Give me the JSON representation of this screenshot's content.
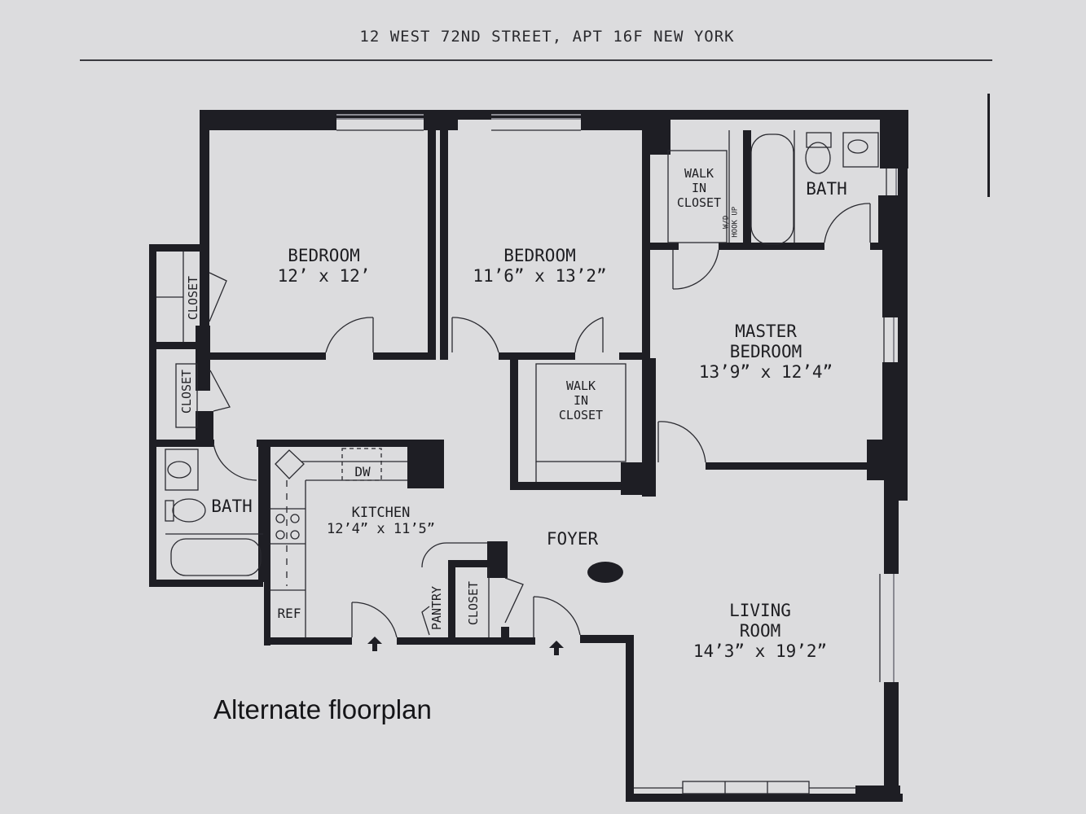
{
  "header": {
    "address": "12 WEST 72ND STREET, APT 16F  NEW YORK"
  },
  "caption": "Alternate floorplan",
  "rooms": {
    "bedroom1": {
      "name": "BEDROOM",
      "size": "12’ x 12’"
    },
    "bedroom2": {
      "name": "BEDROOM",
      "size": "11’6” x 13’2”"
    },
    "master": {
      "name_line1": "MASTER",
      "name_line2": "BEDROOM",
      "size": "13’9” x 12’4”"
    },
    "living": {
      "name_line1": "LIVING",
      "name_line2": "ROOM",
      "size": "14’3” x 19’2”"
    },
    "kitchen": {
      "name": "KITCHEN",
      "size": "12’4” x 11’5”"
    },
    "foyer": {
      "name": "FOYER"
    },
    "bath_master": {
      "name": "BATH"
    },
    "bath_hall": {
      "name": "BATH"
    },
    "wic_master": {
      "line1": "WALK",
      "line2": "IN",
      "line3": "CLOSET"
    },
    "wic_bedroom": {
      "line1": "WALK",
      "line2": "IN",
      "line3": "CLOSET"
    },
    "closet_bed1": {
      "name": "CLOSET"
    },
    "closet_hall": {
      "name": "CLOSET"
    },
    "closet_foyer": {
      "name": "CLOSET"
    },
    "pantry": {
      "name": "PANTRY"
    },
    "wd_hookup": {
      "line1": "W/D",
      "line2": "HOOK UP"
    }
  },
  "fixtures": {
    "dishwasher": "DW",
    "refrigerator": "REF"
  },
  "colors": {
    "paper": "#dcdcde",
    "wall": "#1e1e24",
    "line": "#2a2a30",
    "window": "#8a8a92"
  }
}
